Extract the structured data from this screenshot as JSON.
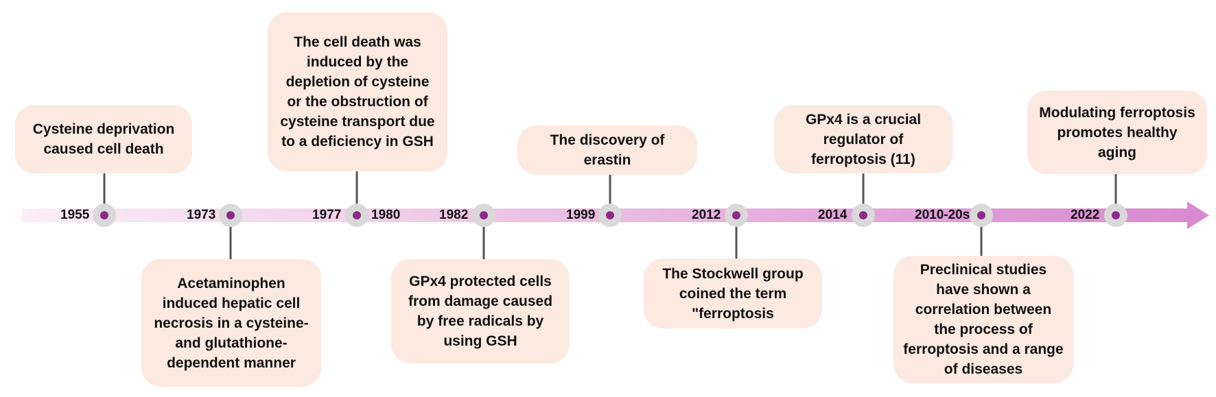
{
  "timeline": {
    "events": [
      {
        "year": "1955",
        "side": "top",
        "text": "Cysteine deprivation caused cell death"
      },
      {
        "year": "1973",
        "side": "bottom",
        "text": "Acetaminophen induced hepatic cell necrosis in a cysteine- and glutathione-dependent manner"
      },
      {
        "year": "1977",
        "side": "top",
        "text": "The cell death was induced by the depletion of cysteine or the obstruction of cysteine transport due to a deficiency in GSH"
      },
      {
        "year": "1982",
        "side": "bottom",
        "text": "GPx4 protected cells from damage caused by free radicals by using GSH"
      },
      {
        "year": "1999",
        "side": "top",
        "text": "The discovery of erastin"
      },
      {
        "year": "2012",
        "side": "bottom",
        "text": "The Stockwell group coined the term \"ferroptosis"
      },
      {
        "year": "2014",
        "side": "top",
        "text": "GPx4 is a crucial regulator of ferroptosis (11)"
      },
      {
        "year": "2010-20s",
        "side": "bottom",
        "text": "Preclinical studies have shown a correlation between the process of ferroptosis and a range of diseases"
      },
      {
        "year": "2022",
        "side": "top",
        "text": "Modulating ferroptosis promotes healthy aging"
      }
    ],
    "extra_labels": [
      {
        "text": "1980"
      }
    ],
    "colors": {
      "box_fill": "#fce9df",
      "arrow_start": "#fbeef6",
      "arrow_end": "#d98ad0",
      "node_outer": "#d9d9d9",
      "node_inner": "#8e2a8c",
      "connector": "#555555"
    }
  }
}
